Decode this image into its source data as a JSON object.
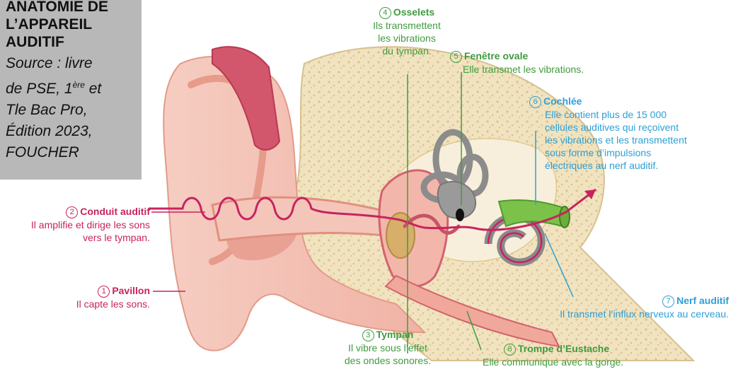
{
  "title": {
    "line1": "ANATOMIE DE",
    "line2": "L’APPAREIL",
    "line3": "AUDITIF",
    "source": [
      "Source : livre",
      "de PSE, 1",
      "ère",
      " et",
      "Tle Bac Pro,",
      "Édition 2023,",
      "FOUCHER"
    ]
  },
  "labels": [
    {
      "num": "4",
      "name": "Osselets",
      "desc": [
        "Ils transmettent",
        "les vibrations",
        "du tympan."
      ],
      "color": "#3f9b3f"
    },
    {
      "num": "5",
      "name": "Fenêtre ovale",
      "desc": [
        "Elle transmet les vibrations."
      ],
      "color": "#3f9b3f"
    },
    {
      "num": "6",
      "name": "Cochlée",
      "desc": [
        "Elle contient plus de 15 000",
        "cellules auditives qui reçoivent",
        "les vibrations et les transmettent",
        "sous forme  d’impulsions",
        "électriques au nerf auditif."
      ],
      "color": "#2e9fd6"
    },
    {
      "num": "2",
      "name": "Conduit auditif",
      "desc": [
        "Il amplifie et dirige les sons",
        "vers le tympan."
      ],
      "color": "#c8235f"
    },
    {
      "num": "1",
      "name": "Pavillon",
      "desc": [
        "Il capte les sons."
      ],
      "color": "#c8235f"
    },
    {
      "num": "7",
      "name": "Nerf auditif",
      "desc": [
        "Il transmet l’influx nerveux au cerveau."
      ],
      "color": "#2e9fd6"
    },
    {
      "num": "3",
      "name": "Tympan",
      "desc": [
        "Il vibre sous l’effet",
        "des ondes sonores."
      ],
      "color": "#3f9b3f"
    },
    {
      "num": "8",
      "name": "Trompe d’Eustache",
      "desc": [
        "Elle communique avec la gorge."
      ],
      "color": "#3f9b3f"
    }
  ]
}
